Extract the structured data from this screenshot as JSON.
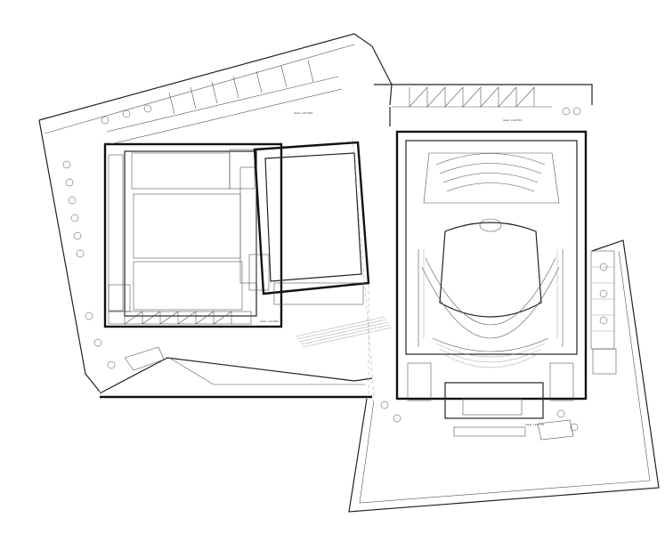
{
  "plan": {
    "level_labels": {
      "north_corridor": "level +19.500",
      "east_corridor": "level +19.500",
      "south_terrace": "level +19.800",
      "auditorium_terrace": "level +19.720"
    }
  }
}
